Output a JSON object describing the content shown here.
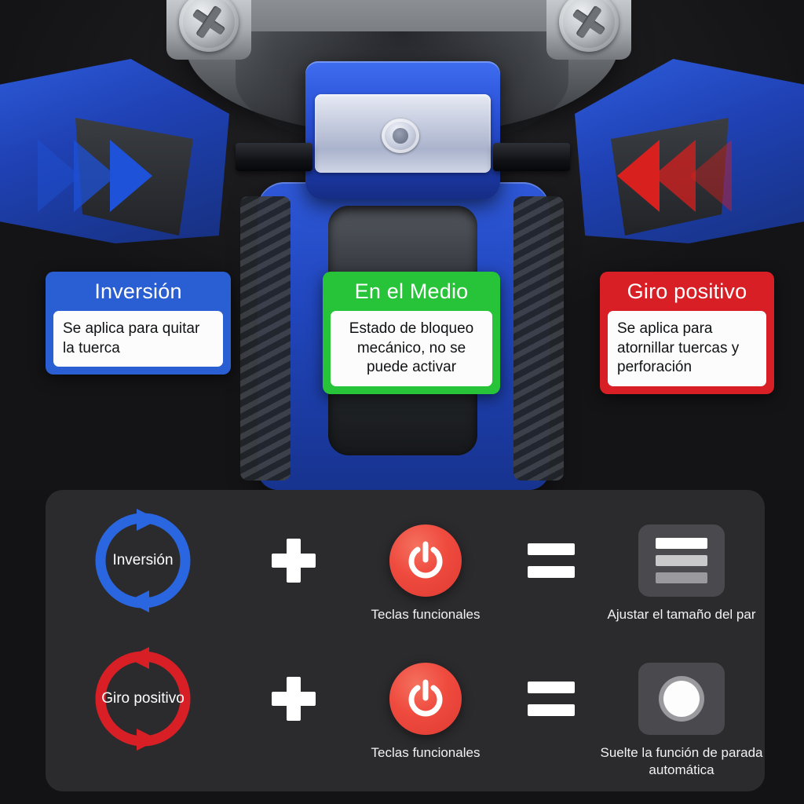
{
  "page": {
    "background_color": "#131315",
    "language": "es"
  },
  "photo": {
    "subject": "impact-wrench-forward-reverse-selector",
    "left_indicator": "blue-chevrons-pointing-right",
    "right_indicator": "red-chevrons-pointing-left"
  },
  "cards": [
    {
      "id": "reverse",
      "title": "Inversión",
      "body": "Se aplica para quitar la tuerca",
      "header_color": "#2a5fd4",
      "body_color": "#fcfcfc"
    },
    {
      "id": "middle",
      "title": "En el Medio",
      "body": "Estado de bloqueo mecánico, no se puede activar",
      "header_color": "#27c43a",
      "body_color": "#fcfcfc"
    },
    {
      "id": "forward",
      "title": "Giro positivo",
      "body": "Se aplica para atornillar tuercas y perforación",
      "header_color": "#d81f26",
      "body_color": "#fcfcfc"
    }
  ],
  "panel": {
    "background_color": "#2b2b2e",
    "rows": [
      {
        "id": "torque-adjust",
        "cycle_label": "Inversión",
        "cycle_color": "#2a66e0",
        "cycle_direction": "clockwise",
        "operator": "+",
        "key_label": "Teclas funcionales",
        "key_color": "#ef4a3e",
        "key_icon": "power-icon",
        "equals": "=",
        "result_icon": "three-bars-icon",
        "result_caption": "Ajustar el tamaño del par"
      },
      {
        "id": "auto-stop",
        "cycle_label": "Giro positivo",
        "cycle_color": "#d81f26",
        "cycle_direction": "counter-clockwise",
        "operator": "+",
        "key_label": "Teclas funcionales",
        "key_color": "#ef4a3e",
        "key_icon": "power-icon",
        "equals": "=",
        "result_icon": "circle-dot-icon",
        "result_caption": "Suelte la función de parada automática"
      }
    ]
  }
}
